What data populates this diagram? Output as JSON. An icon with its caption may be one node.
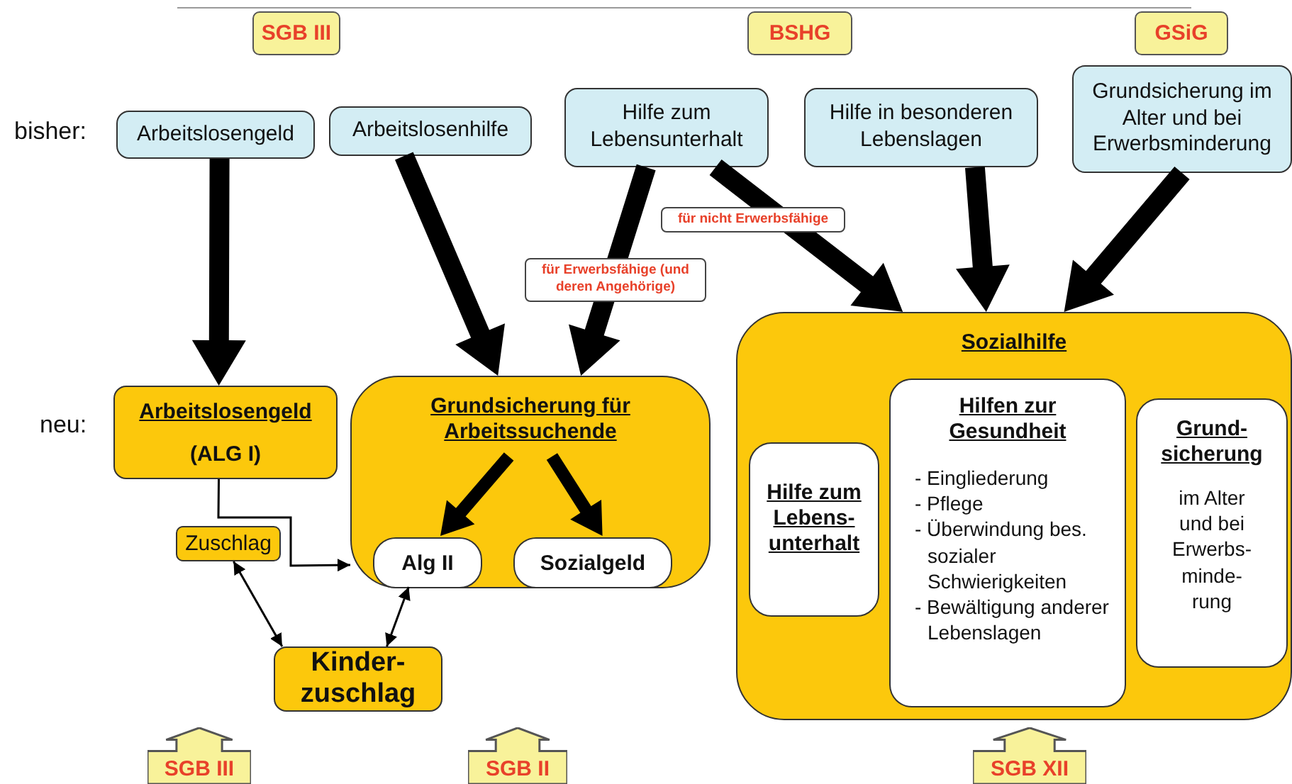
{
  "diagram": {
    "nodes": [
      {
        "text": [
          "SGB III"
        ]
      },
      {
        "text": [
          "BSHG"
        ]
      },
      {
        "text": [
          "GSiG"
        ]
      },
      {
        "text": [
          "Arbeitslosengeld"
        ]
      },
      {
        "text": [
          "Arbeitslosenhilfe"
        ]
      },
      {
        "text": [
          "Hilfe zum Lebensunterhalt"
        ]
      },
      {
        "text": [
          "Hilfe in besonderen Lebenslagen"
        ]
      },
      {
        "text": [
          "Grundsicherung im Alter und bei Erwerbsminderung"
        ]
      },
      {
        "text": [
          "Arbeitslosengeld",
          "(ALG I)"
        ]
      },
      {
        "text": [
          "Grundsicherung für Arbeitssuchende"
        ]
      },
      {
        "text": [
          "Alg II"
        ],
        "in": 9
      },
      {
        "text": [
          "Sozialgeld"
        ],
        "in": 9
      },
      {
        "text": [
          "Zuschlag"
        ]
      },
      {
        "text": [
          "Sozialhilfe"
        ]
      },
      {
        "text": [
          "Hilfe zum Lebens- unterhalt"
        ],
        "in": 13
      },
      {
        "text": [
          "Hilfen zur Gesundheit",
          "- Eingliederung",
          "- Pflege",
          "- Überwindung bes. sozialer Schwierigkeiten",
          "- Bewältigung anderer Lebenslagen"
        ],
        "in": 13
      },
      {
        "text": [
          "Grund- sicherung",
          "im Alter und bei Erwerbs- minde- rung"
        ],
        "in": 13
      },
      {
        "text": [
          "Kinder- zuschlag"
        ]
      },
      {
        "text": [
          "SGB III"
        ]
      },
      {
        "text": [
          "SGB II"
        ]
      },
      {
        "text": [
          "SGB XII"
        ]
      }
    ],
    "edges": [
      {
        "from": 3,
        "to": 8,
        "arrow": "to",
        "style": "thick"
      },
      {
        "from": 4,
        "to": 9,
        "arrow": "to",
        "style": "thick"
      },
      {
        "from": 5,
        "to": 9,
        "arrow": "to",
        "style": "thick",
        "label": "für Erwerbsfähige (und deren Angehörige)"
      },
      {
        "from": 5,
        "to": 13,
        "arrow": "to",
        "style": "thick",
        "label": "für nicht Erwerbsfähige"
      },
      {
        "from": 6,
        "to": 13,
        "arrow": "to",
        "style": "thick"
      },
      {
        "from": 7,
        "to": 13,
        "arrow": "to",
        "style": "thick"
      },
      {
        "from": 9,
        "to": 10,
        "arrow": "to",
        "style": "thick"
      },
      {
        "from": 9,
        "to": 11,
        "arrow": "to",
        "style": "thick"
      },
      {
        "from": 8,
        "to": 9,
        "arrow": "to"
      },
      {
        "from": 12,
        "to": 17,
        "arrow": "both"
      },
      {
        "from": 10,
        "to": 17,
        "arrow": "both"
      }
    ],
    "labels": [
      "bisher:",
      "neu:"
    ]
  }
}
